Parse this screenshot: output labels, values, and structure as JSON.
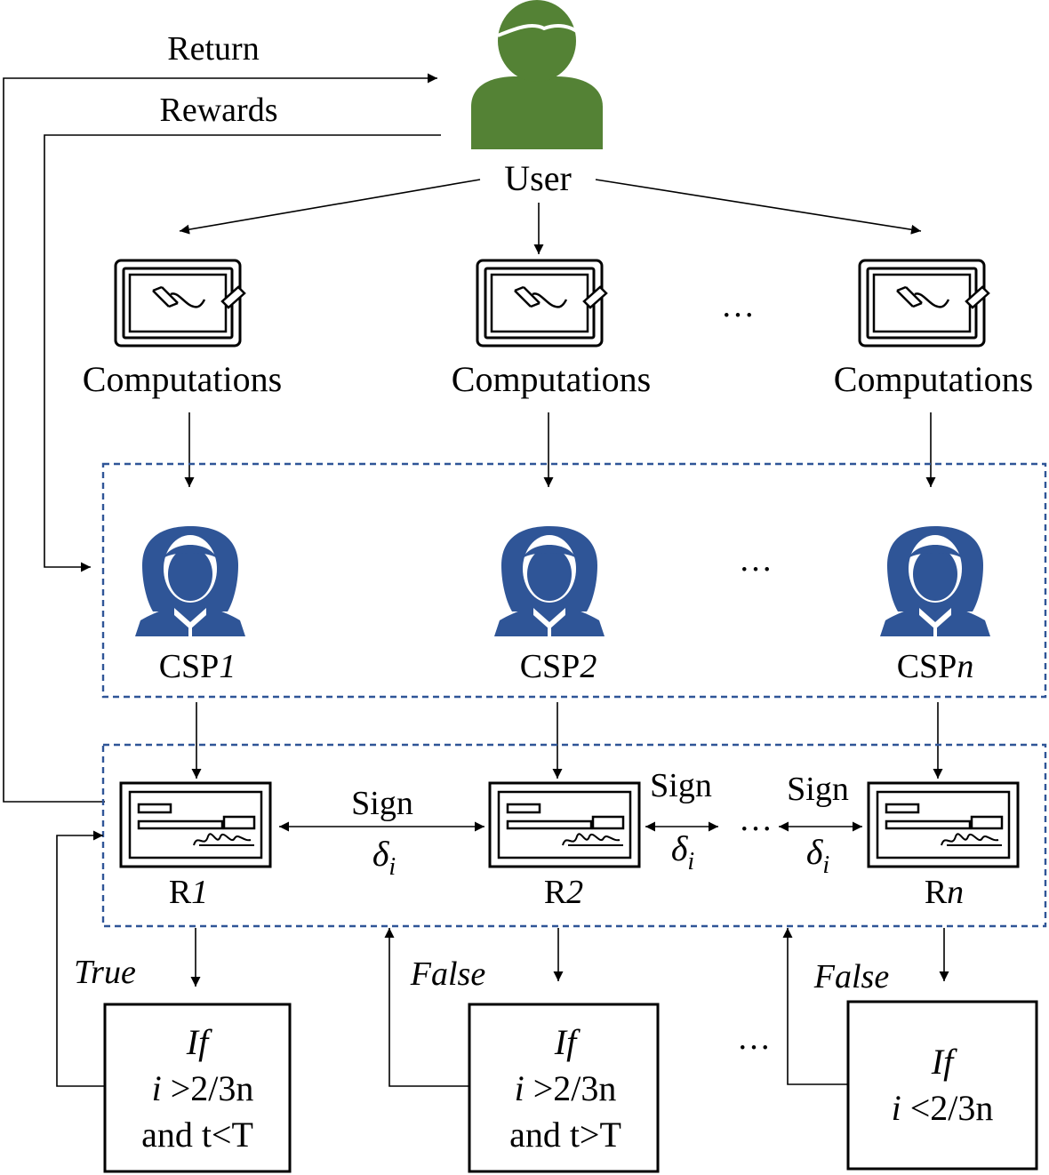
{
  "labels": {
    "return": "Return",
    "rewards": "Rewards",
    "user": "User",
    "computations": [
      "Computations",
      "Computations",
      "Computations"
    ],
    "csp": [
      {
        "prefix": "CSP",
        "suffix": "1"
      },
      {
        "prefix": "CSP",
        "suffix": "2"
      },
      {
        "prefix": "CSP",
        "suffix": "n"
      }
    ],
    "records": [
      {
        "prefix": "R",
        "suffix": "1"
      },
      {
        "prefix": "R",
        "suffix": "2"
      },
      {
        "prefix": "R",
        "suffix": "n"
      }
    ],
    "sign": [
      "Sign",
      "Sign",
      "Sign"
    ],
    "delta": {
      "base": "δ",
      "sub": "i"
    },
    "ellipsis": "…",
    "branches": [
      "True",
      "False",
      "False"
    ],
    "conditions": [
      {
        "if": "If",
        "var": "i",
        "expr": " >2/3n",
        "line3": "and t<T"
      },
      {
        "if": "If",
        "var": "i",
        "expr": " >2/3n",
        "line3": "and t>T"
      },
      {
        "if": "If",
        "var": "i",
        "expr": " <2/3n",
        "line3": ""
      }
    ]
  },
  "colors": {
    "user_icon": "#548235",
    "csp_icon": "#2f5597",
    "group_border": "#2f5597",
    "line": "#000000"
  }
}
